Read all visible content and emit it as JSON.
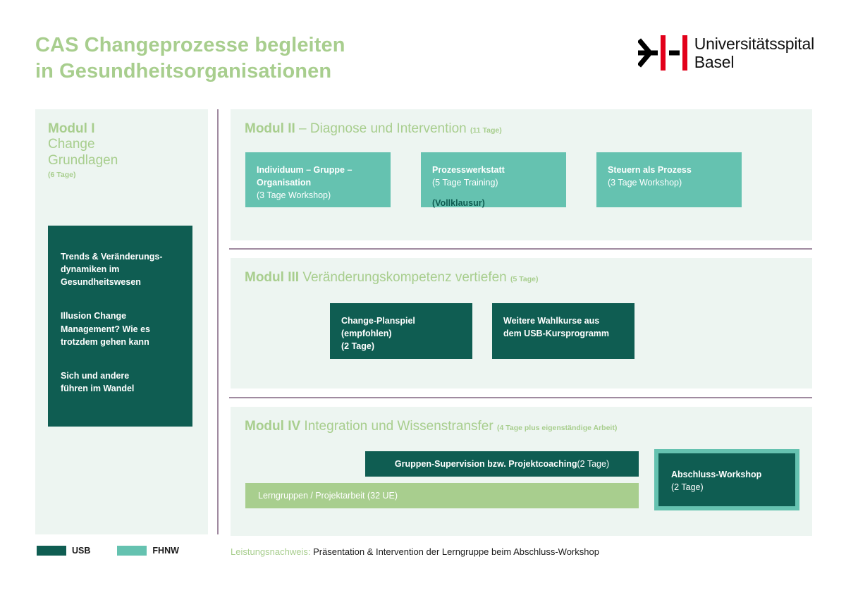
{
  "header": {
    "title_line1": "CAS Changeprozesse begleiten",
    "title_line2": "in Gesundheitsorganisationen",
    "title_color": "#a8ce8e",
    "logo": {
      "name": "universitaetsspital-basel-logo",
      "line1": "Universitätsspital",
      "line2": "Basel",
      "accent_color": "#e2001a",
      "mark_color": "#000000"
    }
  },
  "modul1": {
    "title_bold": "Modul I",
    "title_line2": "Change",
    "title_line3": "Grundlagen",
    "days": "(6 Tage)",
    "items": [
      "Trends & Veränderungs-\ndynamiken im\nGesundheitswesen",
      "Illusion Change\nManagement? Wie es\ntrotzdem gehen kann",
      "Sich und andere\nführen im Wandel"
    ]
  },
  "modul2": {
    "title_bold": "Modul II",
    "title_reg": " – Diagnose und Intervention ",
    "days": "(11 Tage)",
    "cards": [
      {
        "line1": "Individuum – Gruppe –",
        "line2": "Organisation",
        "line3": "(3 Tage Workshop)",
        "note": ""
      },
      {
        "line1": "Prozesswerkstatt",
        "line2": "",
        "line3": "(5 Tage Training)",
        "note": "(Vollklausur)"
      },
      {
        "line1": "Steuern als Prozess",
        "line2": "",
        "line3": "(3 Tage Workshop)",
        "note": ""
      }
    ]
  },
  "modul3": {
    "title_bold": "Modul III",
    "title_reg": " Veränderungskompetenz vertiefen ",
    "days": "(5 Tage)",
    "cards": [
      {
        "line1": "Change-Planspiel",
        "line2": "(empfohlen)",
        "line3": "(2 Tage)"
      },
      {
        "line1": "Weitere Wahlkurse aus",
        "line2": "dem USB-Kursprogramm",
        "line3": ""
      }
    ]
  },
  "modul4": {
    "title_bold": "Modul IV",
    "title_reg": " Integration und Wissenstransfer ",
    "days": "(4 Tage plus eigenständige Arbeit)",
    "supervision_bold": "Gruppen-Supervision bzw. Projektcoaching",
    "supervision_days": " (2 Tage)",
    "lerngruppen": "Lerngruppen / Projektarbeit (32 UE)",
    "abschluss_title": "Abschluss-Workshop",
    "abschluss_days": "(2 Tage)"
  },
  "legend": {
    "usb_label": "USB",
    "fhnw_label": "FHNW",
    "usb_color": "#0f5d52",
    "fhnw_color": "#65c2b0"
  },
  "footnote": {
    "label": "Leistungsnachweis:",
    "text": " Präsentation & Intervention der Lerngruppe beim Abschluss-Workshop"
  }
}
